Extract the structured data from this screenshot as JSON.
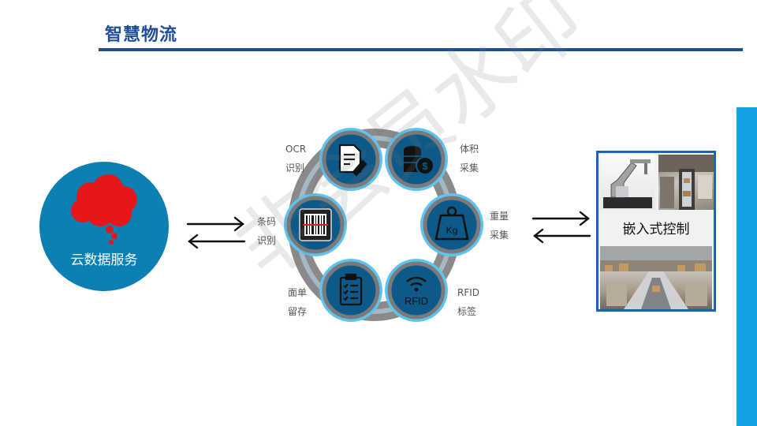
{
  "header": {
    "title": "智慧物流"
  },
  "cloud": {
    "label": "云数据服务"
  },
  "ring": {
    "nodes": [
      {
        "id": "ocr",
        "label_line1": "OCR",
        "label_line2": "识别",
        "icon": "document-pen-icon"
      },
      {
        "id": "volume",
        "label_line1": "体积",
        "label_line2": "采集",
        "icon": "coins-dollar-icon"
      },
      {
        "id": "weight",
        "label_line1": "重量",
        "label_line2": "采集",
        "icon": "weight-kg-icon"
      },
      {
        "id": "rfid",
        "label_line1": "RFID",
        "label_line2": "标签",
        "icon": "rfid-icon"
      },
      {
        "id": "waybill",
        "label_line1": "面单",
        "label_line2": "留存",
        "icon": "clipboard-checklist-icon"
      },
      {
        "id": "barcode",
        "label_line1": "条码",
        "label_line2": "识别",
        "icon": "barcode-scanner-icon"
      }
    ],
    "weight_icon_text": "Kg",
    "rfid_icon_text": "RFID"
  },
  "embedded": {
    "label": "嵌入式控制"
  },
  "watermark": {
    "text": "非会员水印"
  },
  "colors": {
    "title_blue": "#1f4e9a",
    "accent_cyan": "#13a2e6",
    "cloud_circle": "#0c80b3",
    "cloud_red": "#e8161b",
    "node_dark": "#0d5a8a",
    "node_ring": "#5fc3f0"
  }
}
